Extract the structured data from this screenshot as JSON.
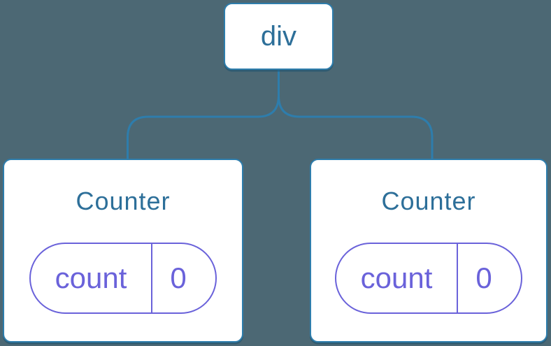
{
  "diagram": {
    "root": {
      "label": "div"
    },
    "children": [
      {
        "title": "Counter",
        "state": {
          "key": "count",
          "value": "0"
        }
      },
      {
        "title": "Counter",
        "state": {
          "key": "count",
          "value": "0"
        }
      }
    ]
  },
  "colors": {
    "background": "#4c6874",
    "node_background": "#ffffff",
    "node_border": "#2e7dac",
    "connector": "#2e7dac",
    "heading_text": "#2d6f99",
    "state_accent": "#6a62da"
  }
}
